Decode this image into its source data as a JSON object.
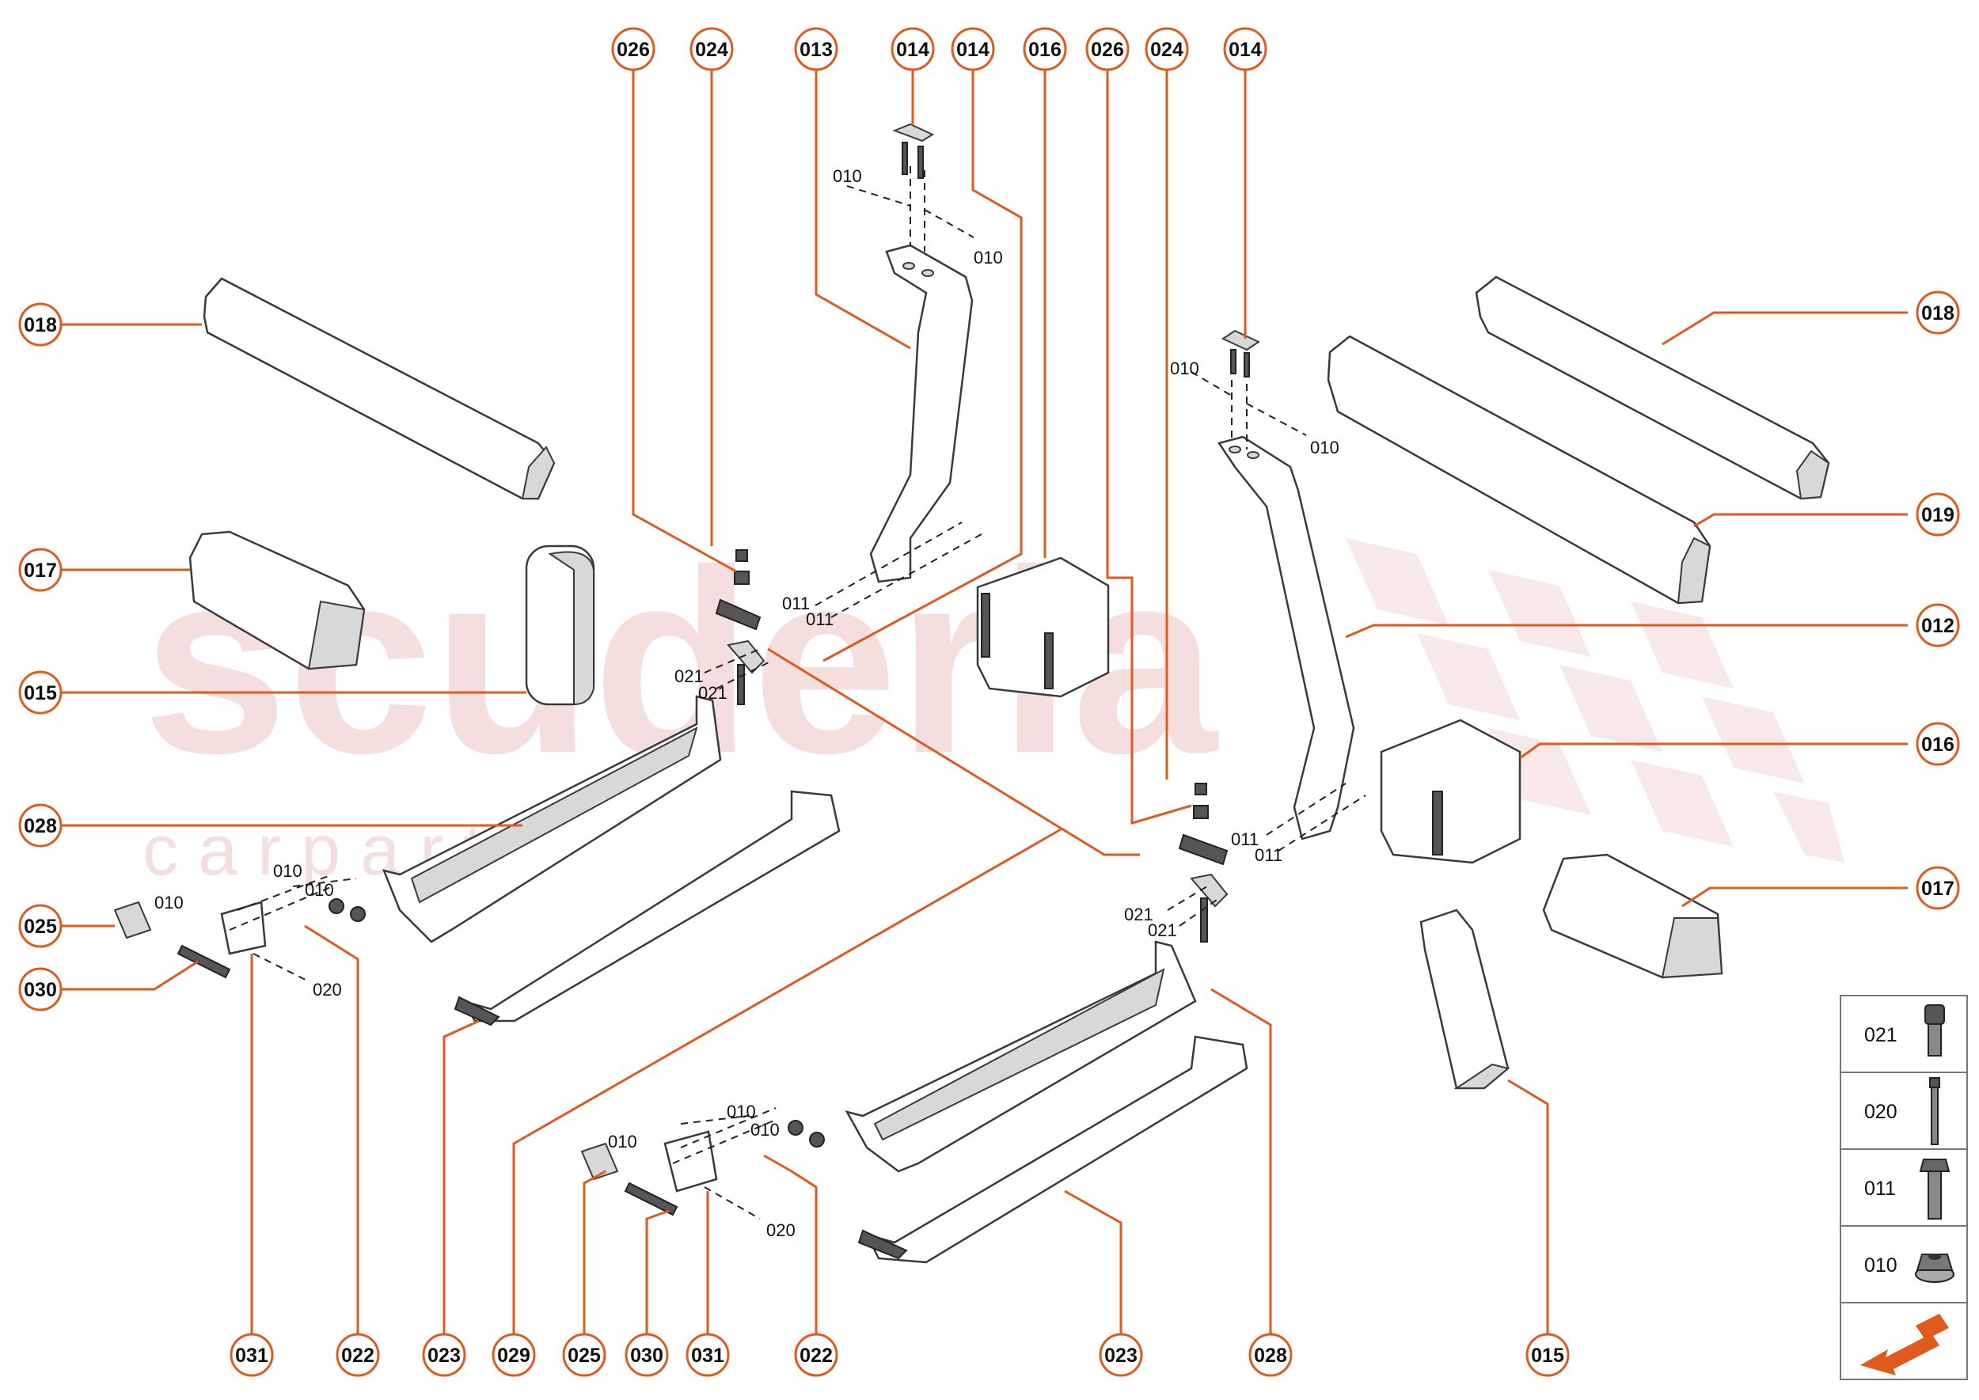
{
  "watermark": {
    "main": "scuderia",
    "sub": "c a r p a r t s"
  },
  "callouts": [
    {
      "id": "c1",
      "label": "026"
    },
    {
      "id": "c2",
      "label": "024"
    },
    {
      "id": "c3",
      "label": "013"
    },
    {
      "id": "c4",
      "label": "014"
    },
    {
      "id": "c5",
      "label": "014"
    },
    {
      "id": "c6",
      "label": "016"
    },
    {
      "id": "c7",
      "label": "026"
    },
    {
      "id": "c8",
      "label": "024"
    },
    {
      "id": "c9",
      "label": "014"
    },
    {
      "id": "c10",
      "label": "018"
    },
    {
      "id": "c11",
      "label": "017"
    },
    {
      "id": "c12",
      "label": "015"
    },
    {
      "id": "c13",
      "label": "028"
    },
    {
      "id": "c14",
      "label": "025"
    },
    {
      "id": "c15",
      "label": "030"
    },
    {
      "id": "c16",
      "label": "018"
    },
    {
      "id": "c17",
      "label": "019"
    },
    {
      "id": "c18",
      "label": "012"
    },
    {
      "id": "c19",
      "label": "016"
    },
    {
      "id": "c20",
      "label": "017"
    },
    {
      "id": "c21",
      "label": "031"
    },
    {
      "id": "c22",
      "label": "022"
    },
    {
      "id": "c23",
      "label": "023"
    },
    {
      "id": "c24",
      "label": "029"
    },
    {
      "id": "c25",
      "label": "025"
    },
    {
      "id": "c26",
      "label": "030"
    },
    {
      "id": "c27",
      "label": "031"
    },
    {
      "id": "c28",
      "label": "022"
    },
    {
      "id": "c29",
      "label": "023"
    },
    {
      "id": "c30",
      "label": "028"
    },
    {
      "id": "c31",
      "label": "015"
    }
  ],
  "small_labels": [
    {
      "id": "s1",
      "text": "010"
    },
    {
      "id": "s2",
      "text": "010"
    },
    {
      "id": "s3",
      "text": "011"
    },
    {
      "id": "s4",
      "text": "011"
    },
    {
      "id": "s5",
      "text": "021"
    },
    {
      "id": "s6",
      "text": "021"
    },
    {
      "id": "s7",
      "text": "010"
    },
    {
      "id": "s8",
      "text": "010"
    },
    {
      "id": "s9",
      "text": "011"
    },
    {
      "id": "s10",
      "text": "011"
    },
    {
      "id": "s11",
      "text": "021"
    },
    {
      "id": "s12",
      "text": "021"
    },
    {
      "id": "s13",
      "text": "010"
    },
    {
      "id": "s14",
      "text": "010"
    },
    {
      "id": "s15",
      "text": "010"
    },
    {
      "id": "s16",
      "text": "020"
    },
    {
      "id": "s17",
      "text": "010"
    },
    {
      "id": "s18",
      "text": "010"
    },
    {
      "id": "s19",
      "text": "010"
    },
    {
      "id": "s20",
      "text": "020"
    }
  ],
  "legend": {
    "items": [
      {
        "code": "021",
        "icon": "cap-screw-icon"
      },
      {
        "code": "020",
        "icon": "long-screw-icon"
      },
      {
        "code": "011",
        "icon": "flange-bolt-icon"
      },
      {
        "code": "010",
        "icon": "flange-nut-icon"
      }
    ],
    "footer_icon": "direction-arrow-icon"
  }
}
